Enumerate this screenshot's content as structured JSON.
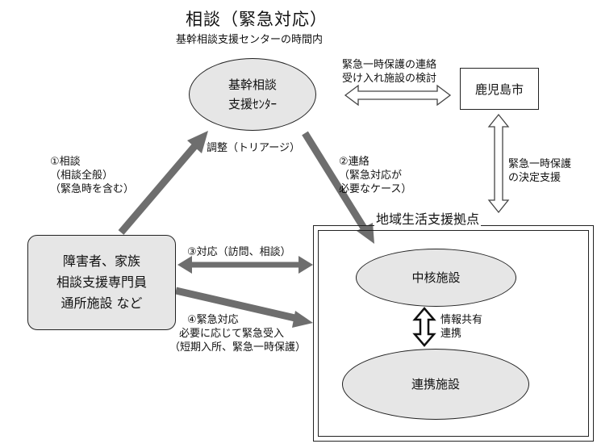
{
  "title": "相談（緊急対応）",
  "subtitle": "基幹相談支援センターの時間内",
  "center": {
    "line1": "基幹相談",
    "line2": "支援ｾﾝﾀｰ"
  },
  "city": "鹿児島市",
  "hub": {
    "title": "地域生活支援拠点",
    "core": "中核施設",
    "coop": "連携施設"
  },
  "persons": {
    "line1": "障害者、家族",
    "line2": "相談支援専門員",
    "line3": "通所施設 など"
  },
  "labels": {
    "consult": {
      "l1": "①相談",
      "l2": "（相談全般）",
      "l3": "（緊急時を含む）"
    },
    "triage": "調整（トリアージ）",
    "contact": {
      "l1": "②連絡",
      "l2": "（緊急対応が",
      "l3": "必要なケース）"
    },
    "respond": "③対応（訪問、相談）",
    "emergency": {
      "l1": "④緊急対応",
      "l2": "必要に応じて緊急受入",
      "l3": "（短期入所、緊急一時保護）"
    },
    "coordination": {
      "l1": "緊急一時保護の連絡",
      "l2": "受け入れ施設の検討"
    },
    "decision": {
      "l1": "緊急一時保護",
      "l2": "の決定支援"
    },
    "share": {
      "l1": "情報共有",
      "l2": "連携"
    }
  }
}
